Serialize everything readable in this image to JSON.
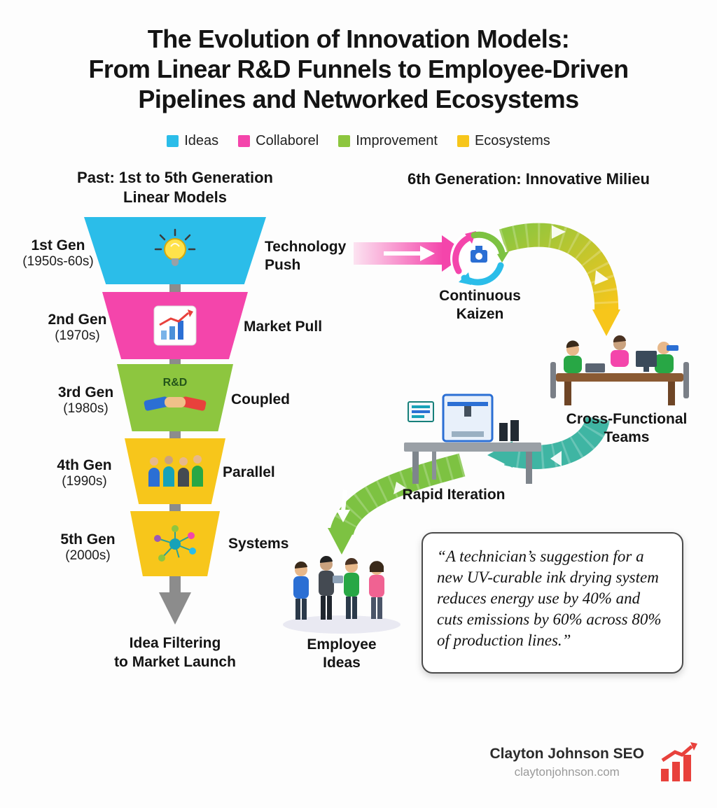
{
  "title_lines": [
    "The Evolution of Innovation Models:",
    "From Linear R&D Funnels to Employee-Driven",
    "Pipelines and Networked Ecosystems"
  ],
  "legend": {
    "items": [
      {
        "label": "Ideas",
        "color": "#2bbde9"
      },
      {
        "label": "Collaborel",
        "color": "#f445ab"
      },
      {
        "label": "Improvement",
        "color": "#8dc63f"
      },
      {
        "label": "Ecosystems",
        "color": "#f7c61b"
      }
    ]
  },
  "left_section": {
    "heading_lines": [
      "Past: 1st to 5th Generation",
      "Linear Models"
    ],
    "stages": [
      {
        "gen": "1st Gen",
        "years": "(1950s-60s)",
        "model": "Technology Push",
        "color": "#2bbde9",
        "icon": "lightbulb-icon"
      },
      {
        "gen": "2nd Gen",
        "years": "(1970s)",
        "model": "Market Pull",
        "color": "#f445ab",
        "icon": "growth-chart-icon"
      },
      {
        "gen": "3rd Gen",
        "years": "(1980s)",
        "model": "Coupled",
        "color": "#8dc63f",
        "icon": "rd-handshake-icon",
        "icon_label": "R&D"
      },
      {
        "gen": "4th Gen",
        "years": "(1990s)",
        "model": "Parallel",
        "color": "#f7c61b",
        "icon": "team-figures-icon"
      },
      {
        "gen": "5th Gen",
        "years": "(2000s)",
        "model": "Systems",
        "color": "#f7c61b",
        "icon": "network-icon"
      }
    ],
    "outcome_lines": [
      "Idea Filtering",
      "to Market Launch"
    ]
  },
  "right_section": {
    "heading": "6th Generation: Innovative Milieu",
    "nodes": [
      {
        "label_lines": [
          "Continuous",
          "Kaizen"
        ],
        "icon": "kaizen-cycle-icon"
      },
      {
        "label_lines": [
          "Cross-Functional",
          "Teams"
        ],
        "icon": "team-meeting-illustration"
      },
      {
        "label_lines": [
          "Rapid Iteration"
        ],
        "icon": "printer-illustration"
      },
      {
        "label_lines": [
          "Employee",
          "Ideas"
        ],
        "icon": "employee-group-illustration"
      }
    ],
    "flow_colors": {
      "push_arrow": "#f445ab",
      "kaizen_to_teams": [
        "#8dc63f",
        "#f7c61b"
      ],
      "teams_to_printer": "#3fb5a3",
      "printer_to_employees": "#7dc242"
    },
    "quote": "“A technician’s suggestion for a new UV-curable ink drying system reduces energy use by 40% and cuts emissions by 60% across 80% of production lines.”"
  },
  "footer": {
    "brand": "Clayton Johnson SEO",
    "website": "claytonjohnson.com",
    "accent_color": "#e8413c"
  }
}
